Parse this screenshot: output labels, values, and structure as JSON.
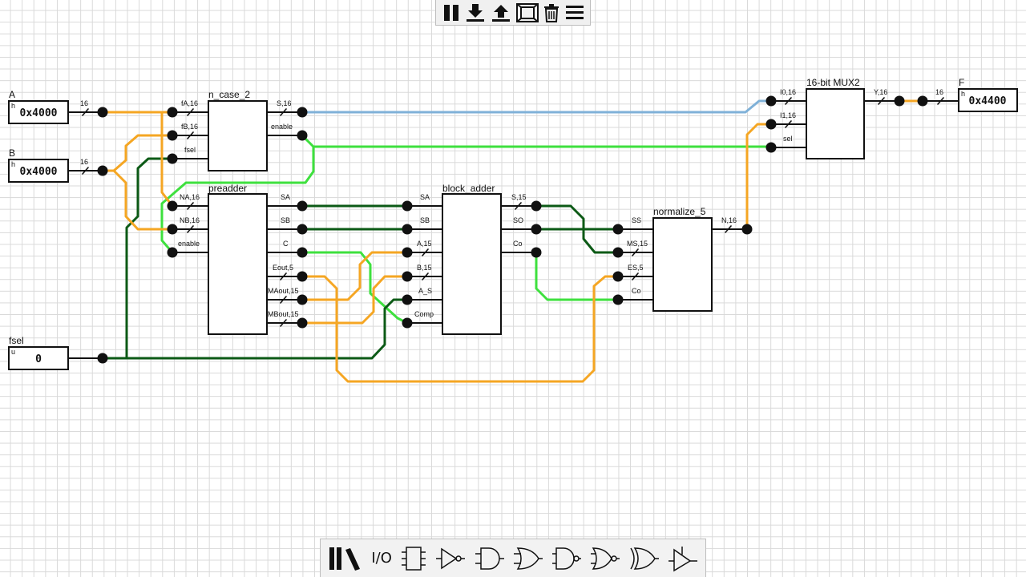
{
  "inputs": {
    "A": {
      "name": "A",
      "radix": "h",
      "value": "0x4000",
      "width": "16"
    },
    "B": {
      "name": "B",
      "radix": "h",
      "value": "0x4000",
      "width": "16"
    },
    "fsel": {
      "name": "fsel",
      "radix": "u",
      "value": "0"
    }
  },
  "output": {
    "name": "F",
    "radix": "h",
    "value": "0x4400",
    "width": "16"
  },
  "blocks": {
    "n_case": {
      "title": "n_case_2",
      "pins": {
        "fa": "fA,16",
        "fb": "fB,16",
        "fsel": "fsel",
        "s": "S,16",
        "enable": "enable"
      }
    },
    "preadder": {
      "title": "preadder",
      "pins": {
        "na": "NA,16",
        "nb": "NB,16",
        "enable": "enable",
        "sa": "SA",
        "sb": "SB",
        "c": "C",
        "eout": "Eout,5",
        "maout": "MAout,15",
        "mbout": "MBout,15"
      }
    },
    "block_adder": {
      "title": "block_adder",
      "pins": {
        "sa": "SA",
        "sb": "SB",
        "a": "A,15",
        "b": "B,15",
        "a_s": "A_S",
        "comp": "Comp",
        "s": "S,15",
        "so": "SO",
        "co": "Co"
      }
    },
    "normalize": {
      "title": "normalize_5",
      "pins": {
        "ss": "SS",
        "ms": "MS,15",
        "es": "ES,5",
        "co": "Co",
        "n": "N,16"
      }
    },
    "mux": {
      "title": "16-bit MUX2",
      "pins": {
        "i0": "I0,16",
        "i1": "I1,16",
        "sel": "sel",
        "y": "Y,16"
      }
    }
  },
  "toolbar_top": [
    "pause-icon",
    "download-icon",
    "upload-icon",
    "fit-screen-icon",
    "trash-icon",
    "menu-icon"
  ],
  "toolbar_bottom": {
    "io_label": "I/O",
    "items": [
      "library-icon",
      "io-text",
      "chip-icon",
      "not-gate-icon",
      "and-gate-icon",
      "or-gate-icon",
      "nand-gate-icon",
      "nor-gate-icon",
      "xor-gate-icon",
      "tristate-buffer-icon"
    ]
  },
  "colors": {
    "bus": "#f5a623",
    "wire_on": "#3ee03e",
    "wire_off": "#0c5a16",
    "wire_blue": "#7fb1d8",
    "grid": "#d9d9d9"
  }
}
